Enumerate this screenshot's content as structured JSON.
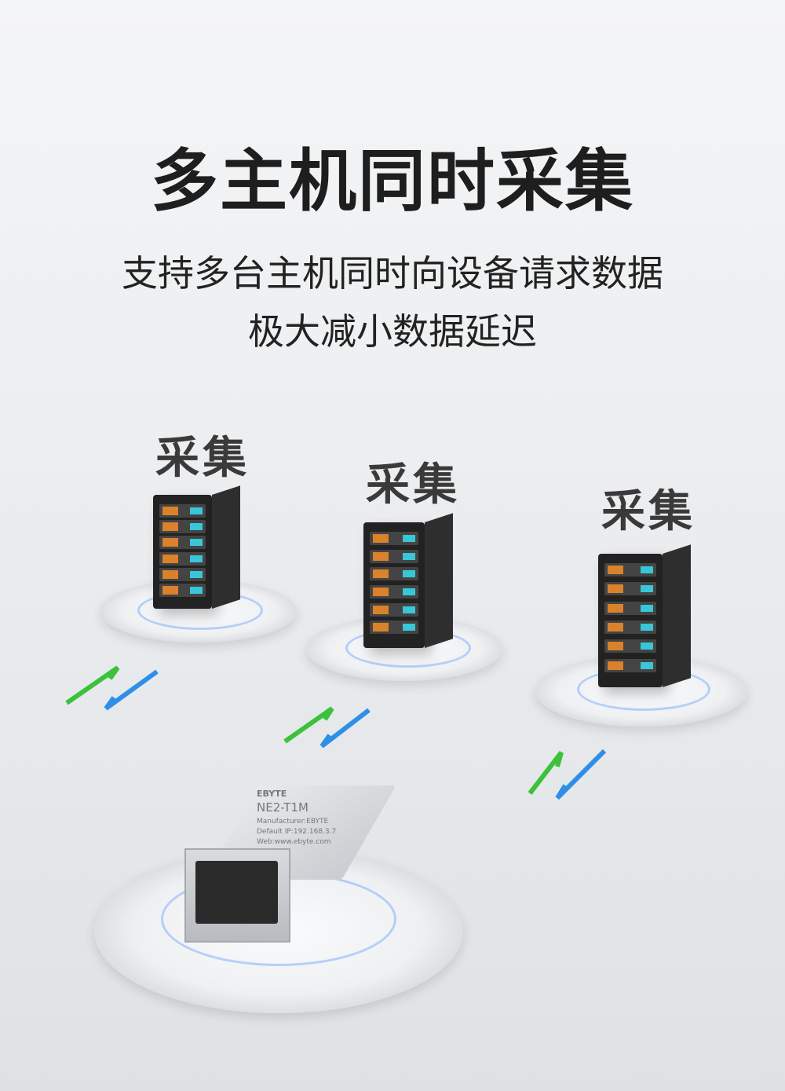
{
  "title": "多主机同时采集",
  "subtitle_lines": [
    "支持多台主机同时向设备请求数据",
    "极大减小数据延迟"
  ],
  "server_labels": [
    "采集",
    "采集",
    "采集"
  ],
  "module": {
    "brand": "EBYTE",
    "model": "NE2-T1M",
    "manufacturer": "Manufacturer:EBYTE",
    "default_ip": "Default IP:192.168.3.7",
    "web": "Web:www.ebyte.com"
  },
  "colors": {
    "arrow_up": "#3cc13b",
    "arrow_down": "#2f8fe6",
    "led": "#39c6d6",
    "drive": "#d9822b"
  }
}
